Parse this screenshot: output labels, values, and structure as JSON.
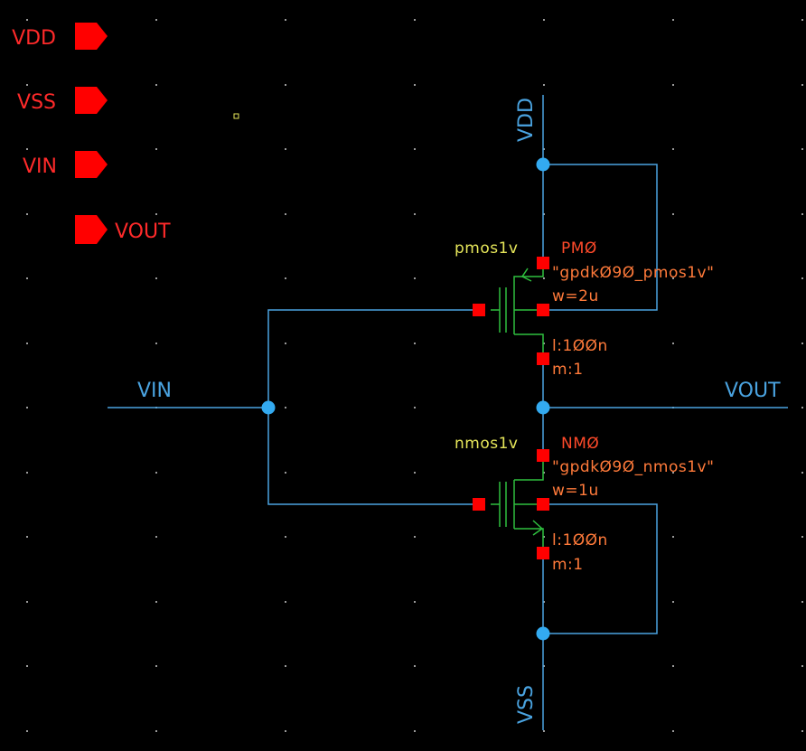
{
  "colors": {
    "background": "#000000",
    "wire": "#4aa3e0",
    "wire_text": "#4aa3e0",
    "pin": "#ff0000",
    "pin_text": "#ff2a2a",
    "device_body": "#2fbf3f",
    "device_cell": "#e6e65a",
    "device_inst": "#ff4a2a",
    "device_param": "#ff7a3a",
    "terminal": "#ff0000",
    "junction": "#33aaf0",
    "grid": "#9a9a9a",
    "marker": "#e6e65a"
  },
  "pins": [
    {
      "name": "VDD",
      "direction": "input"
    },
    {
      "name": "VSS",
      "direction": "input"
    },
    {
      "name": "VIN",
      "direction": "input"
    },
    {
      "name": "VOUT",
      "direction": "output"
    }
  ],
  "nets": {
    "vdd": "VDD",
    "vss": "VSS",
    "vin": "VIN",
    "vout": "VOUT"
  },
  "devices": {
    "pmos": {
      "cell": "pmos1v",
      "instance": "PMØ",
      "model": "\"gpdkØ9Ø_pmos1v\"",
      "w": "w=2u",
      "l": "l:1ØØn",
      "m": "m:1"
    },
    "nmos": {
      "cell": "nmos1v",
      "instance": "NMØ",
      "model": "\"gpdkØ9Ø_nmos1v\"",
      "w": "w=1u",
      "l": "l:1ØØn",
      "m": "m:1"
    }
  }
}
